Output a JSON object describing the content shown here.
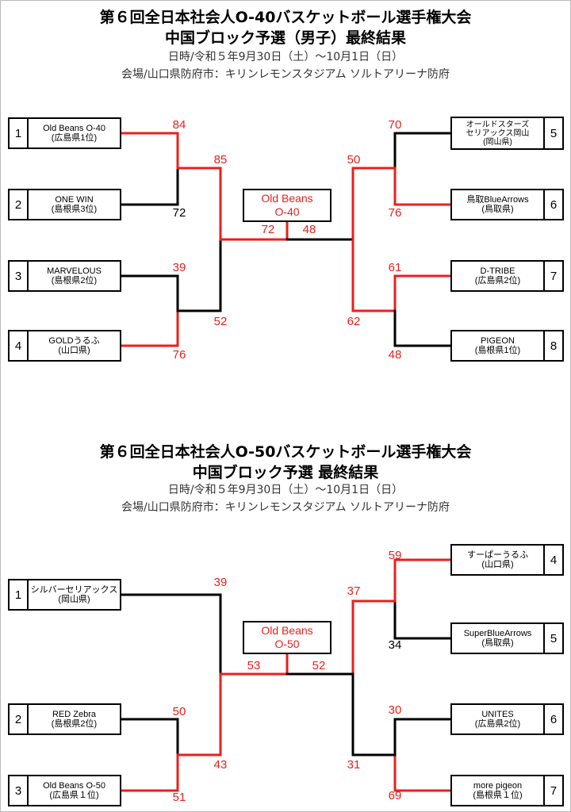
{
  "colors": {
    "win": "#e8201c",
    "lose": "#000000"
  },
  "t1": {
    "title1": "第６回全日本社会人O-40バスケットボール選手権大会",
    "title2": "中国ブロック予選（男子）最終結果",
    "date": "日時/令和５年9月30日（土）〜10月1日（日）",
    "venue": "会場/山口県防府市：キリンレモンスタジアム ソルトアリーナ防府",
    "teams": [
      {
        "seed": "1",
        "name": "Old Beans O-40",
        "pref": "(広島県1位)"
      },
      {
        "seed": "2",
        "name": "ONE WIN",
        "pref": "(島根県3位)"
      },
      {
        "seed": "3",
        "name": "MARVELOUS",
        "pref": "(島根県2位)"
      },
      {
        "seed": "4",
        "name": "GOLDうるふ",
        "pref": "(山口県)"
      },
      {
        "seed": "5",
        "name": "オールドスターズ",
        "name2": "セリアックス岡山",
        "pref": "(岡山県)"
      },
      {
        "seed": "6",
        "name": "鳥取BlueArrows",
        "pref": "(鳥取県)"
      },
      {
        "seed": "7",
        "name": "D-TRIBE",
        "pref": "(広島県2位)"
      },
      {
        "seed": "8",
        "name": "PIGEON",
        "pref": "(島根県1位)"
      }
    ],
    "scores": {
      "s1": "84",
      "s2": "72",
      "s3": "39",
      "s4": "76",
      "sf1": "85",
      "sf2": "52",
      "s5": "70",
      "s6": "76",
      "s7": "61",
      "s8": "48",
      "sf3": "50",
      "sf4": "62",
      "fl": "72",
      "fr": "48"
    },
    "champion": {
      "line1": "Old Beans",
      "line2": "O-40"
    }
  },
  "t2": {
    "title1": "第６回全日本社会人O-50バスケットボール選手権大会",
    "title2": "中国ブロック予選 最終結果",
    "date": "日時/令和５年9月30日（土）〜10月1日（日）",
    "venue": "会場/山口県防府市：キリンレモンスタジアム ソルトアリーナ防府",
    "teams": [
      {
        "seed": "1",
        "name": "シルバーセリアックス",
        "pref": "(岡山県)"
      },
      {
        "seed": "2",
        "name": "RED Zebra",
        "pref": "(島根県2位)"
      },
      {
        "seed": "3",
        "name": "Old Beans O-50",
        "pref": "(広島県１位)"
      },
      {
        "seed": "4",
        "name": "すーぱーうるふ",
        "pref": "(山口県)"
      },
      {
        "seed": "5",
        "name": "SuperBlueArrows",
        "pref": "(鳥取県)"
      },
      {
        "seed": "6",
        "name": "UNITES",
        "pref": "(広島県2位)"
      },
      {
        "seed": "7",
        "name": "more pigeon",
        "pref": "(島根県１位)"
      }
    ],
    "scores": {
      "s1": "39",
      "s2": "50",
      "s3": "51",
      "s4": "43",
      "s5": "59",
      "s6": "34",
      "s7": "37",
      "s8": "30",
      "s9": "69",
      "s10": "31",
      "fl": "53",
      "fr": "52"
    },
    "champion": {
      "line1": "Old Beans",
      "line2": "O-50"
    }
  }
}
